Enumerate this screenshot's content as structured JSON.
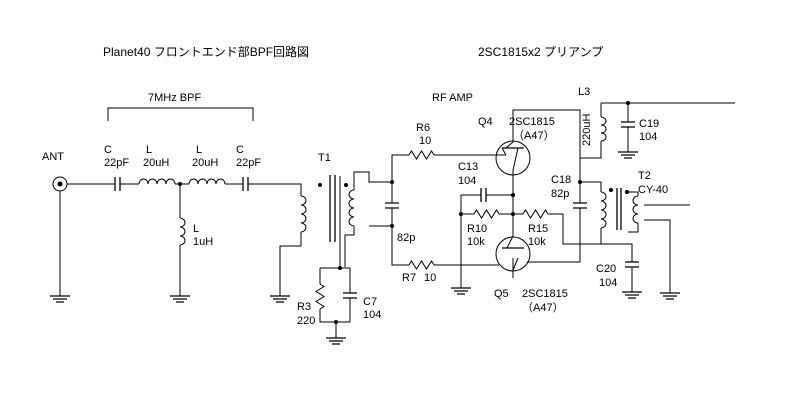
{
  "titles": {
    "left": "Planet40  フロントエンド部BPF回路図",
    "right": "2SC1815x2  プリアンプ",
    "bpf": "7MHz BPF",
    "rfamp": "RF AMP"
  },
  "labels": {
    "ant": "ANT",
    "c_in": "C",
    "c_in_val": "22pF",
    "l1": "L",
    "l1_val": "20uH",
    "l2": "L",
    "l2_val": "20uH",
    "c_out": "C",
    "c_out_val": "22pF",
    "l_shunt": "L",
    "l_shunt_val": "1uH",
    "t1": "T1",
    "c82_val": "82p",
    "r3": "R3",
    "r3_val": "220",
    "c7": "C7",
    "c7_val": "104",
    "r6": "R6",
    "r6_val": "10",
    "r7": "R7",
    "r7_val": "10",
    "c13": "C13",
    "c13_val": "104",
    "q4": "Q4",
    "q4_part": "2SC1815",
    "q4_rank": "（A47）",
    "q5": "Q5",
    "q5_part": "2SC1815",
    "q5_rank": "（A47）",
    "r10": "R10",
    "r10_val": "10k",
    "r15": "R15",
    "r15_val": "10k",
    "c18": "C18",
    "c18_val": "82p",
    "l3": "L3",
    "l3_val": "220uH",
    "c19": "C19",
    "c19_val": "104",
    "c20": "C20",
    "c20_val": "104",
    "t2": "T2",
    "t2_part": "CY-40"
  }
}
